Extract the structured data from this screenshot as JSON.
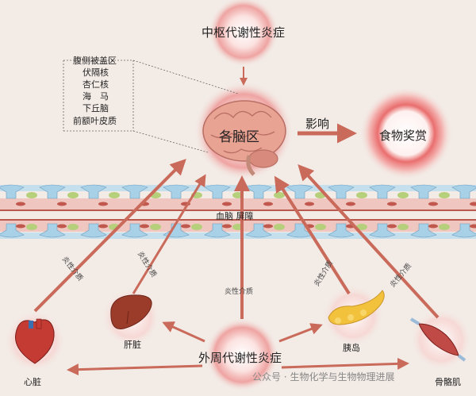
{
  "nodes": {
    "central_metabolic": "中枢代谢性炎症",
    "brain_regions": "各脑区",
    "food_reward": "食物奖赏",
    "peripheral_metabolic": "外周代谢性炎症",
    "liver": "肝脏",
    "heart": "心脏",
    "pancreas": "胰岛",
    "muscle": "骨骼肌"
  },
  "regions": [
    "腹侧被盖区",
    "伏隔核",
    "杏仁核",
    "海　马",
    "下丘脑",
    "前额叶皮质"
  ],
  "influence": "影响",
  "barrier": "血脑 屏障",
  "mediation": {
    "heart_path": "炎性介质",
    "liver_path": "炎性介质",
    "center_path": "炎性介质",
    "pancreas_path": "炎性介质",
    "muscle_path": "炎性介质"
  },
  "watermark": "公众号 · 生物化学与生物物理进展",
  "colors": {
    "arrow": "#c96a5a",
    "halo": "#e58a8a",
    "brain": "#e9a393",
    "barrier_cell": "#a8d0e6",
    "barrier_green": "#b6cf7a"
  }
}
